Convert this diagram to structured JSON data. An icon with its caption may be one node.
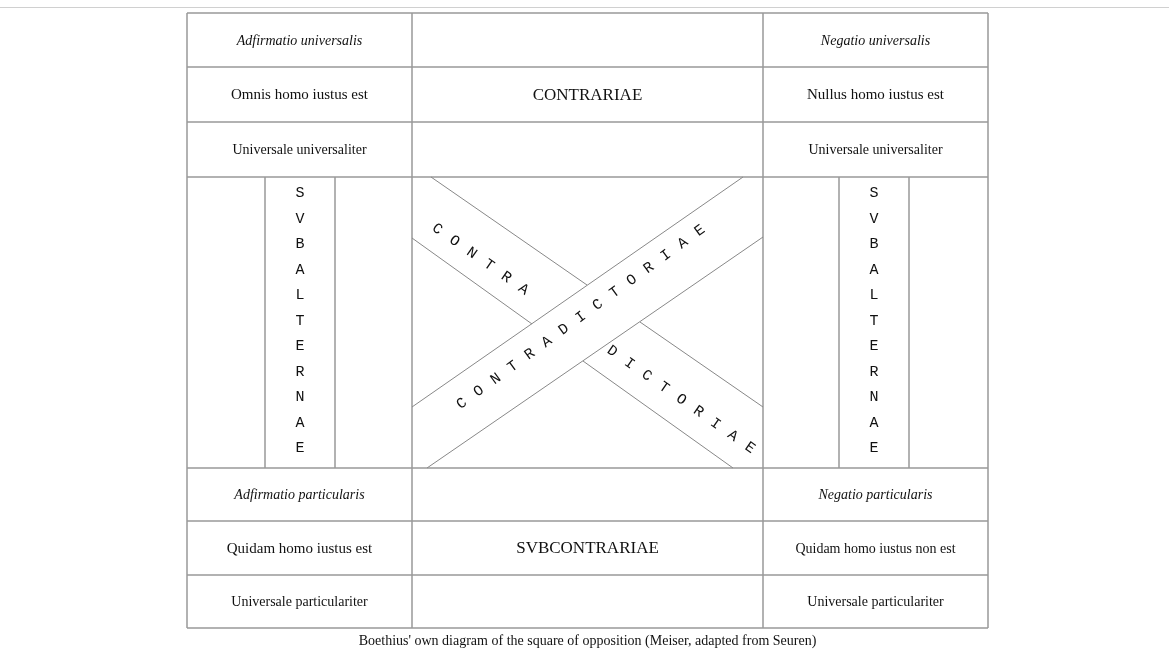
{
  "diagram": {
    "caption": "Boethius' own diagram of the square of opposition (Meiser, adapted from Seuren)",
    "nodes": [
      {
        "text": [
          "Adfirmatio universalis"
        ]
      },
      {
        "text": [
          "Negatio universalis"
        ]
      },
      {
        "text": [
          "Omnis homo iustus est"
        ]
      },
      {
        "text": [
          "CONTRARIAE"
        ]
      },
      {
        "text": [
          "Nullus homo iustus est"
        ]
      },
      {
        "text": [
          "Universale universaliter"
        ]
      },
      {
        "text": [
          "Universale universaliter"
        ]
      },
      {
        "text": [
          "SVBALTERNAE"
        ]
      },
      {
        "text": [
          "CONTRA"
        ]
      },
      {
        "text": [
          "CONTRADICTORIAE"
        ]
      },
      {
        "text": [
          "DICTORIAE"
        ]
      },
      {
        "text": [
          "SVBALTERNAE"
        ]
      },
      {
        "text": [
          "Adfirmatio particularis"
        ]
      },
      {
        "text": [
          "Negatio particularis"
        ]
      },
      {
        "text": [
          "Quidam homo iustus est"
        ]
      },
      {
        "text": [
          "SVBCONTRARIAE"
        ]
      },
      {
        "text": [
          "Quidam homo iustus non est"
        ]
      },
      {
        "text": [
          "Universale particulariter"
        ]
      },
      {
        "text": [
          "Universale particulariter"
        ]
      }
    ]
  }
}
